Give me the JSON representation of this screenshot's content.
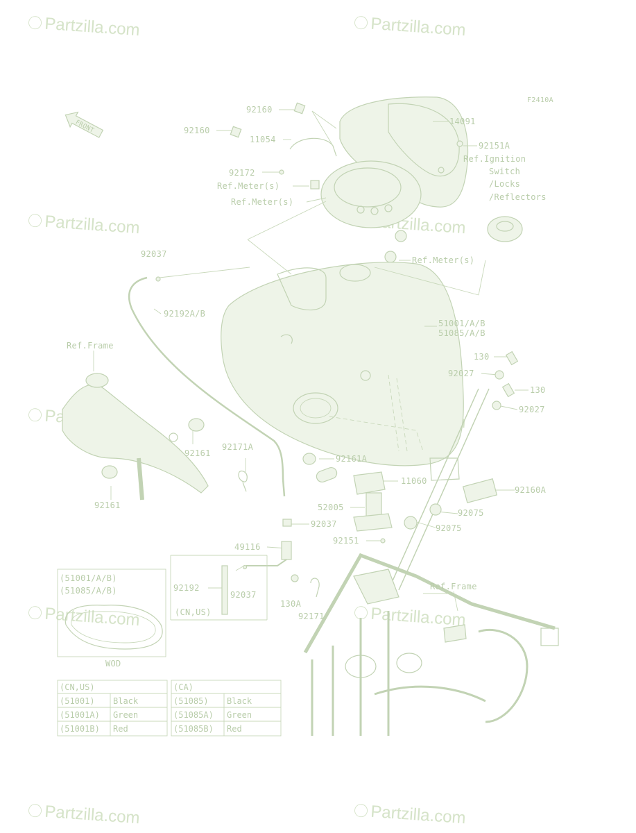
{
  "figure_code": "F2410A",
  "front_label": "FRONT",
  "watermark_text": "Partzilla.com",
  "part_labels": {
    "p92160_a": "92160",
    "p92160_b": "92160",
    "p11054": "11054",
    "p92172": "92172",
    "ref_meter_1": "Ref.Meter(s)",
    "ref_meter_2": "Ref.Meter(s)",
    "ref_meter_3": "Ref.Meter(s)",
    "p14091": "14091",
    "p92151A": "92151A",
    "ref_ignition_1": "Ref.Ignition",
    "ref_ignition_2": "Switch",
    "ref_ignition_3": "/Locks",
    "ref_ignition_4": "/Reflectors",
    "p92037_a": "92037",
    "p92192AB": "92192A/B",
    "p51001": "51001/A/B",
    "p51085": "51085/A/B",
    "ref_frame_1": "Ref.Frame",
    "p130_a": "130",
    "p92027_a": "92027",
    "p130_b": "130",
    "p92027_b": "92027",
    "p92171A": "92171A",
    "p92161_a": "92161",
    "p92161_b": "92161",
    "p92161A": "92161A",
    "p11060": "11060",
    "p52005": "52005",
    "p92160A": "92160A",
    "p92075_a": "92075",
    "p92075_b": "92075",
    "p92037_b": "92037",
    "p92151": "92151",
    "p49116": "49116",
    "p92192": "92192",
    "p92037_c": "92037",
    "cn_us": "(CN,US)",
    "p130A": "130A",
    "p92171": "92171",
    "ref_frame_2": "Ref.Frame"
  },
  "inset": {
    "line1": "(51001/A/B)",
    "line2": "(51085/A/B)",
    "caption": "WOD"
  },
  "color_tables": [
    {
      "header": "(CN,US)",
      "rows": [
        {
          "code": "(51001)",
          "color": "Black"
        },
        {
          "code": "(51001A)",
          "color": "Green"
        },
        {
          "code": "(51001B)",
          "color": "Red"
        }
      ]
    },
    {
      "header": "(CA)",
      "rows": [
        {
          "code": "(51085)",
          "color": "Black"
        },
        {
          "code": "(51085A)",
          "color": "Green"
        },
        {
          "code": "(51085B)",
          "color": "Red"
        }
      ]
    }
  ],
  "colors": {
    "line": "#c2d3b4",
    "text": "#b9cdaa",
    "watermark": "#d5e3c8"
  }
}
